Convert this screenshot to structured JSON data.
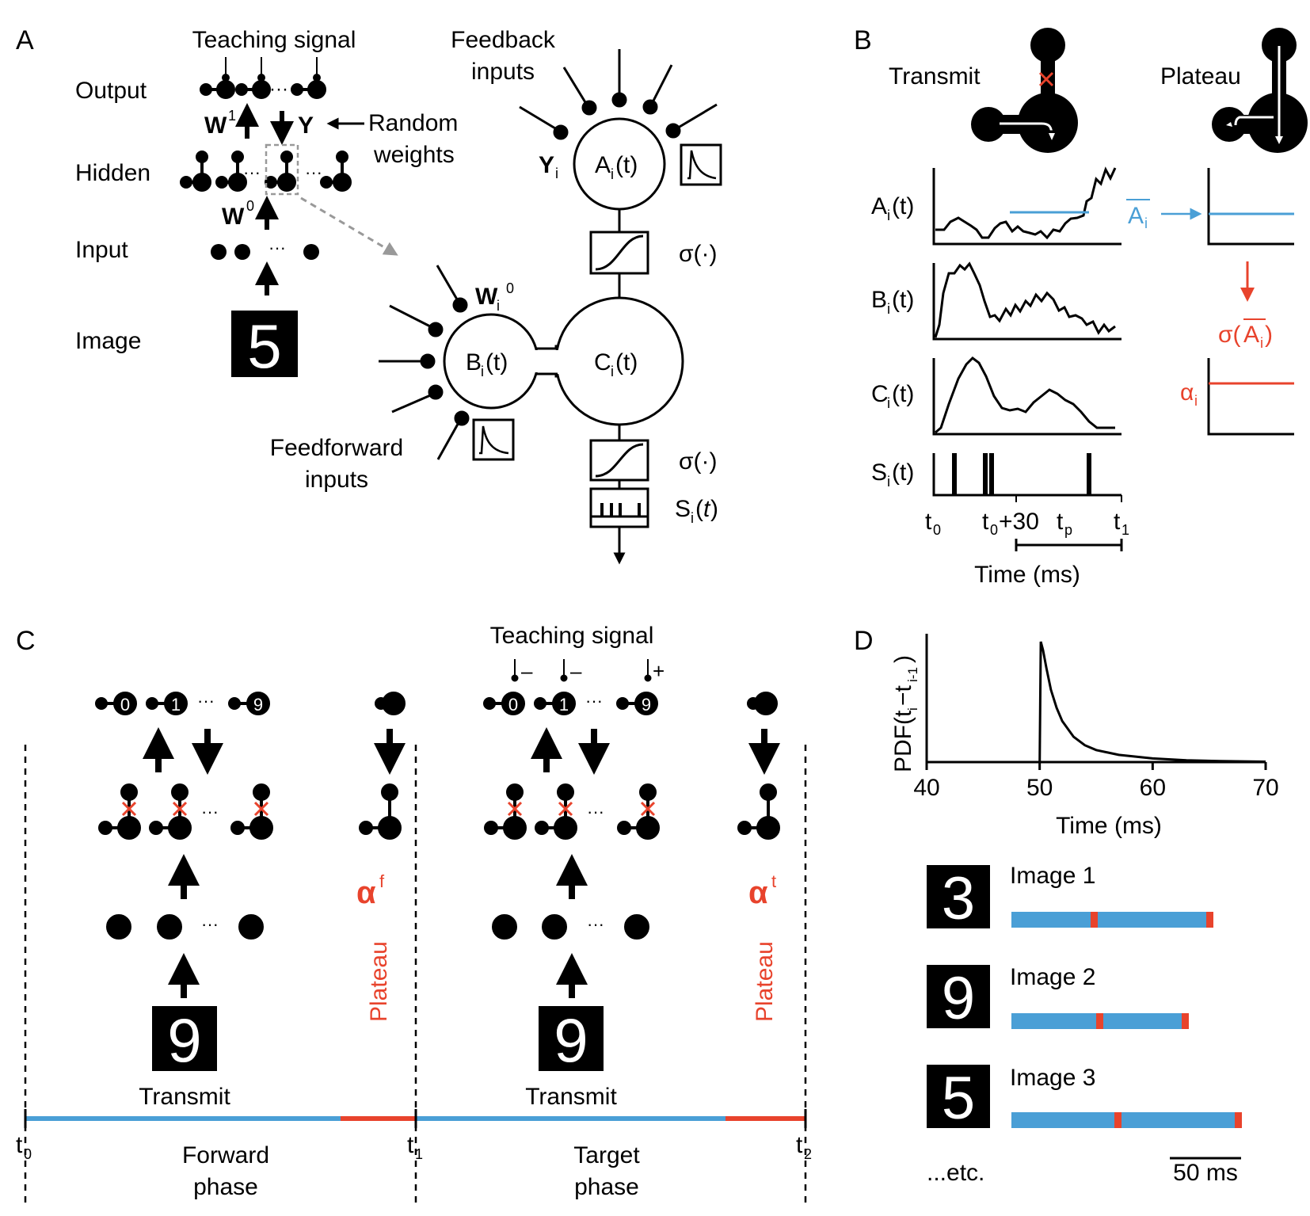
{
  "colors": {
    "blue": "#4a9fd6",
    "red": "#e8432c",
    "ink": "#000000",
    "gray": "#999999"
  },
  "panel_a": {
    "letter": "A",
    "teaching_signal": "Teaching signal",
    "layers": {
      "output": "Output",
      "hidden": "Hidden",
      "input": "Input",
      "image": "Image"
    },
    "w1": "W",
    "w1_sup": "1",
    "y": "Y",
    "w0": "W",
    "w0_sup": "0",
    "random_weights_1": "Random",
    "random_weights_2": "weights",
    "dots": "···",
    "feedback_1": "Feedback",
    "feedback_2": "inputs",
    "feedforward_1": "Feedforward",
    "feedforward_2": "inputs",
    "yi": "Y",
    "yi_sub": "i",
    "wi0": "W",
    "wi0_sub": "i",
    "wi0_sup": "0",
    "apical": "A",
    "apical_sub": "i",
    "apical_arg": "(t)",
    "basal": "B",
    "basal_sub": "i",
    "basal_arg": "(t)",
    "soma": "C",
    "soma_sub": "i",
    "soma_arg": "(t)",
    "sigma_1": "σ(·)",
    "sigma_2": "σ(·)",
    "spike": "S",
    "spike_sub": "i",
    "spike_arg_open": "(",
    "spike_arg_t": "t",
    "spike_arg_close": ")",
    "image_digit": "5",
    "icons": [
      "exponential-kernel-icon",
      "sigmoid-icon",
      "spike-train-icon"
    ]
  },
  "panel_b": {
    "letter": "B",
    "transmit": "Transmit",
    "plateau": "Plateau",
    "traces": [
      {
        "name": "A",
        "sub": "i",
        "arg": "(t)"
      },
      {
        "name": "B",
        "sub": "i",
        "arg": "(t)"
      },
      {
        "name": "C",
        "sub": "i",
        "arg": "(t)"
      },
      {
        "name": "S",
        "sub": "i",
        "arg": "(t)"
      }
    ],
    "abar": "A",
    "abar_sub": "i",
    "sigma_abar_open": "σ(",
    "sigma_abar_a": "A",
    "sigma_abar_sub": "i",
    "sigma_abar_close": ")",
    "alpha": "α",
    "alpha_sub": "i",
    "ticks": {
      "t0": "t",
      "t0_sub": "0",
      "t030": "t",
      "t030_sub": "0",
      "t030_rest": "+30",
      "tp": "t",
      "tp_sub": "p",
      "t1": "t",
      "t1_sub": "1"
    },
    "xlabel": "Time (ms)"
  },
  "panel_c": {
    "letter": "C",
    "teaching_signal": "Teaching signal",
    "signs": [
      "–",
      "–",
      "+"
    ],
    "output_digits": [
      "0",
      "1",
      "9"
    ],
    "dots": "···",
    "alpha_f": "α",
    "alpha_f_sup": "f",
    "alpha_t": "α",
    "alpha_t_sup": "t",
    "plateau": "Plateau",
    "transmit": "Transmit",
    "image_digit": "9",
    "time_ticks": [
      {
        "t": "t",
        "sub": "0"
      },
      {
        "t": "t",
        "sub": "1"
      },
      {
        "t": "t",
        "sub": "2"
      }
    ],
    "forward_phase_1": "Forward",
    "forward_phase_2": "phase",
    "target_phase_1": "Target",
    "target_phase_2": "phase"
  },
  "panel_d": {
    "letter": "D",
    "ylabel_pdf": "PDF(t",
    "ylabel_sub1": "i",
    "ylabel_minus": "−t",
    "ylabel_sub2": "i-1",
    "ylabel_close": ")",
    "xlabel": "Time (ms)",
    "images": [
      {
        "label": "Image 1",
        "digit": "3"
      },
      {
        "label": "Image 2",
        "digit": "9"
      },
      {
        "label": "Image 3",
        "digit": "5"
      }
    ],
    "etc": "...etc.",
    "scalebar": "50 ms"
  },
  "chart_data": {
    "type": "line",
    "title": "",
    "xlabel": "Time (ms)",
    "ylabel": "PDF(ti−ti-1)",
    "xlim": [
      40,
      70
    ],
    "x_ticks": [
      "40",
      "50",
      "60",
      "70"
    ],
    "series": [
      {
        "x": [
          40,
          50,
          50.1,
          50.3,
          50.6,
          51,
          51.5,
          52,
          53,
          54,
          55,
          57,
          60,
          63,
          66,
          70
        ],
        "values": [
          0,
          0,
          1.0,
          0.93,
          0.78,
          0.6,
          0.45,
          0.34,
          0.21,
          0.14,
          0.1,
          0.06,
          0.03,
          0.015,
          0.008,
          0.003
        ]
      }
    ]
  }
}
